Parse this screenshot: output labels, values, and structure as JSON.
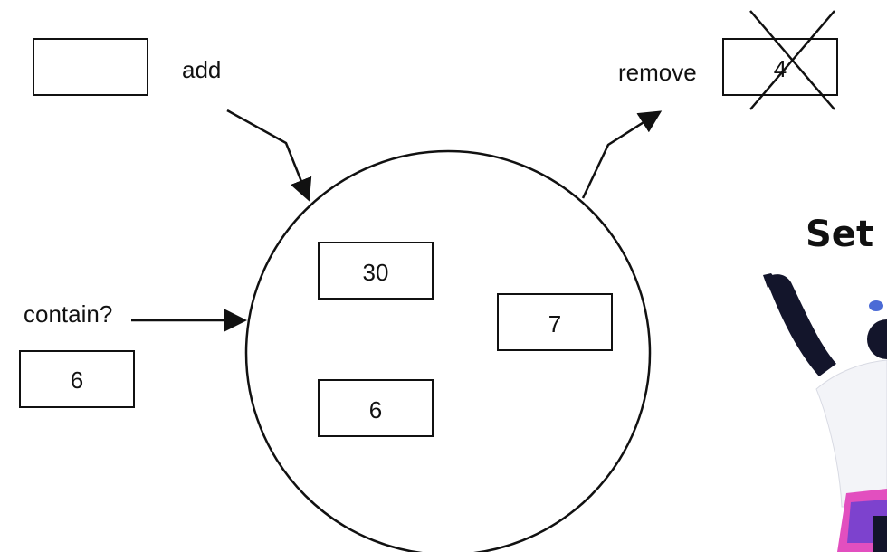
{
  "labels": {
    "add": "add",
    "remove": "remove",
    "contain": "contain?",
    "title": "Set"
  },
  "values": {
    "removed_value": "4",
    "query_value": "6",
    "set_item_1": "30",
    "set_item_2": "7",
    "set_item_3": "6"
  },
  "colors": {
    "stroke": "#111111",
    "illustration_dark": "#13152b",
    "illustration_accent": "#e24fbf",
    "illustration_blue": "#4b6bd6"
  }
}
